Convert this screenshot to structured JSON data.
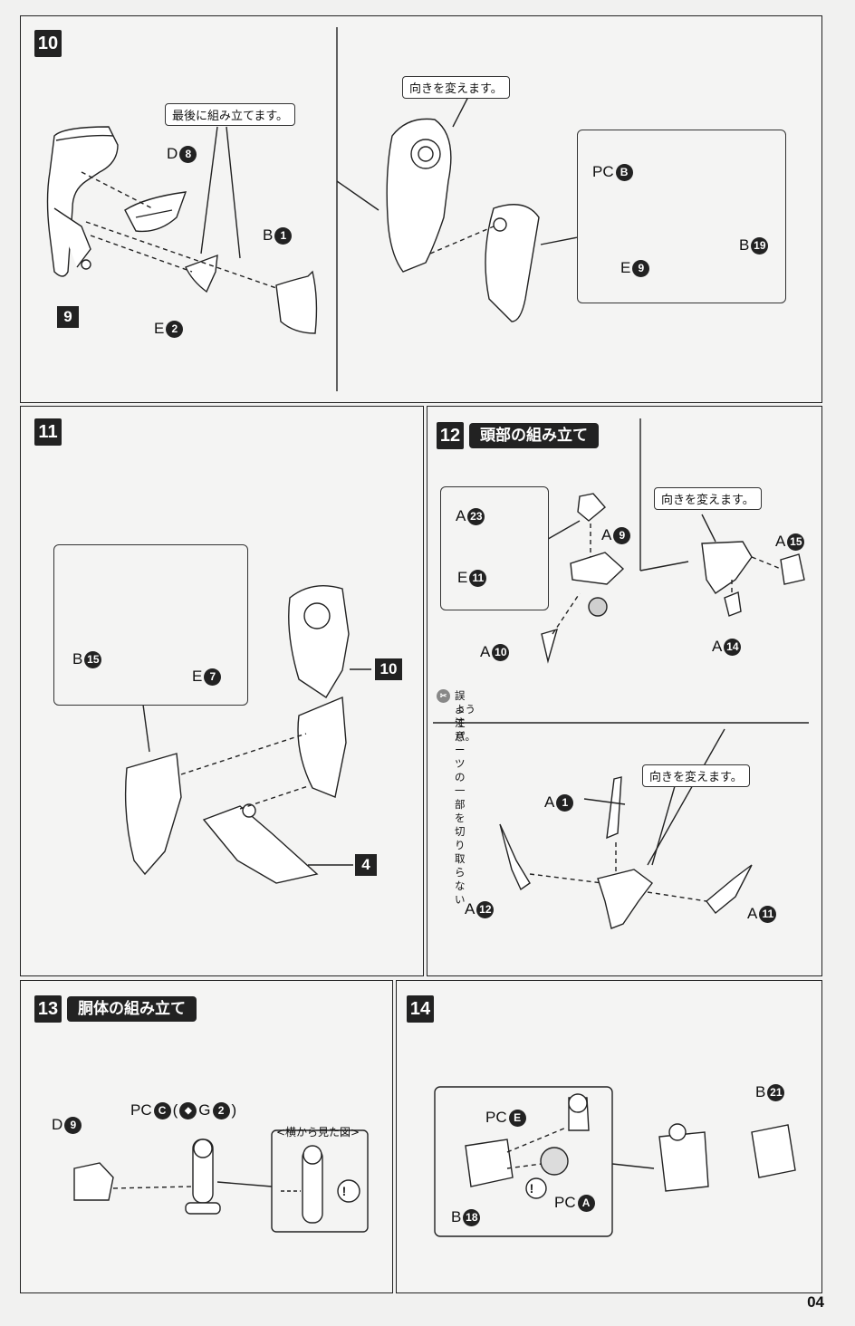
{
  "page_number": "04",
  "step10": {
    "num": "10",
    "callout_last": "最後に組み立てます。",
    "callout_turn": "向きを変えます。",
    "parts": {
      "d8": {
        "letter": "D",
        "num": "8"
      },
      "b1": {
        "letter": "B",
        "num": "1"
      },
      "e2": {
        "letter": "E",
        "num": "2"
      },
      "pcb": {
        "letter": "PC",
        "num": "B"
      },
      "e9": {
        "letter": "E",
        "num": "9"
      },
      "b19": {
        "letter": "B",
        "num": "19"
      }
    },
    "ref9": "9"
  },
  "step11": {
    "num": "11",
    "parts": {
      "b15": {
        "letter": "B",
        "num": "15"
      },
      "e7": {
        "letter": "E",
        "num": "7"
      }
    },
    "ref10": "10",
    "ref4": "4"
  },
  "step12": {
    "num": "12",
    "title": "頭部の組み立て",
    "callout_turn1": "向きを変えます。",
    "callout_turn2": "向きを変えます。",
    "parts": {
      "a23": {
        "letter": "A",
        "num": "23"
      },
      "e11": {
        "letter": "E",
        "num": "11"
      },
      "a9": {
        "letter": "A",
        "num": "9"
      },
      "a10": {
        "letter": "A",
        "num": "10"
      },
      "a15": {
        "letter": "A",
        "num": "15"
      },
      "a14": {
        "letter": "A",
        "num": "14"
      },
      "a1": {
        "letter": "A",
        "num": "1"
      },
      "a12": {
        "letter": "A",
        "num": "12"
      },
      "a11": {
        "letter": "A",
        "num": "11"
      }
    },
    "note_line1": "誤ってパーツの一部を切り取らない",
    "note_line2": "よう注意。"
  },
  "step13": {
    "num": "13",
    "title": "胴体の組み立て",
    "parts": {
      "d9": {
        "letter": "D",
        "num": "9"
      },
      "pcc_prefix": "PC",
      "pcc_num": "C",
      "pcc_alt_open": "(",
      "pcc_alt_letter": "G",
      "pcc_alt_num": "2",
      "pcc_alt_close": ")"
    },
    "side_view": "<横から見た図>"
  },
  "step14": {
    "num": "14",
    "parts": {
      "pce": {
        "letter": "PC",
        "num": "E"
      },
      "pca": {
        "letter": "PC",
        "num": "A"
      },
      "b18": {
        "letter": "B",
        "num": "18"
      },
      "b21": {
        "letter": "B",
        "num": "21"
      }
    }
  },
  "colors": {
    "ink": "#222222",
    "paper": "#f1f1f0"
  }
}
